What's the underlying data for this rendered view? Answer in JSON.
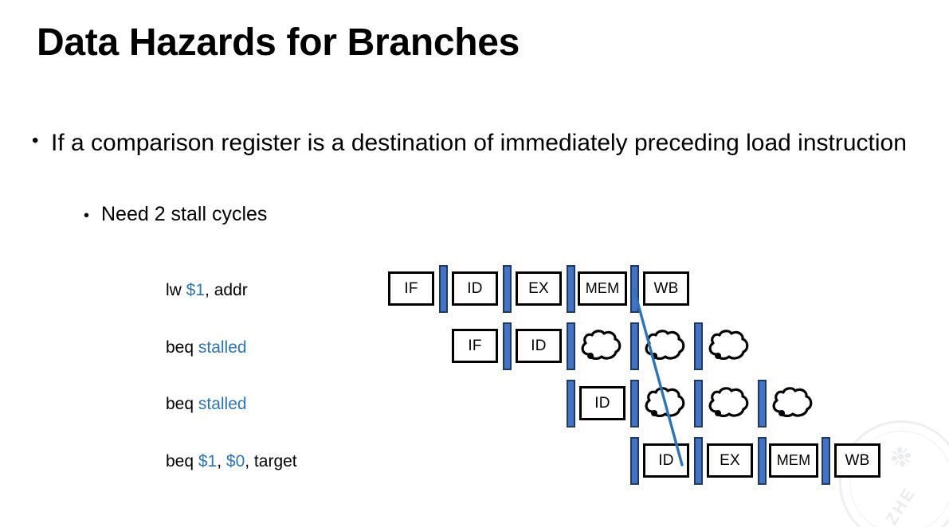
{
  "slide": {
    "title": "Data Hazards for Branches",
    "bullets": [
      {
        "level": 1,
        "marker": "•",
        "text": "If a comparison register is a destination of immediately preceding load instruction"
      },
      {
        "level": 2,
        "marker": "•",
        "text": "Need 2 stall cycles"
      }
    ]
  },
  "colors": {
    "text": "#000000",
    "register_blue": "#2E74B5",
    "pipeline_register_fill": "#4472C4",
    "pipeline_register_border": "#1F3864",
    "box_border": "#000000",
    "background": "#ffffff",
    "watermark": "#e9ebef"
  },
  "diagram": {
    "stage_names": [
      "IF",
      "ID",
      "EX",
      "MEM",
      "WB"
    ],
    "bubble_label": "stall-bubble",
    "forwarding_arrow": {
      "name": "forwarding-path",
      "from": "row1-MEM/WB-pipeline-register",
      "to": "row4-ID",
      "color": "#2E74B5"
    },
    "rows": [
      {
        "instruction_parts": [
          {
            "text": "lw  ",
            "color": "black"
          },
          {
            "text": "$1",
            "color": "blue"
          },
          {
            "text": ", addr",
            "color": "black"
          }
        ],
        "instruction_plain": "lw  $1, addr",
        "cells": [
          "IF",
          "ID",
          "EX",
          "MEM",
          "WB"
        ]
      },
      {
        "instruction_parts": [
          {
            "text": "beq ",
            "color": "black"
          },
          {
            "text": "stalled",
            "color": "blue"
          }
        ],
        "instruction_plain": "beq stalled",
        "cells": [
          "IF",
          "ID",
          "bubble",
          "bubble",
          "bubble"
        ]
      },
      {
        "instruction_parts": [
          {
            "text": "beq ",
            "color": "black"
          },
          {
            "text": "stalled",
            "color": "blue"
          }
        ],
        "instruction_plain": "beq stalled",
        "cells": [
          "ID",
          "bubble",
          "bubble",
          "bubble"
        ]
      },
      {
        "instruction_parts": [
          {
            "text": "beq ",
            "color": "black"
          },
          {
            "text": "$1",
            "color": "blue"
          },
          {
            "text": ", ",
            "color": "black"
          },
          {
            "text": "$0",
            "color": "blue"
          },
          {
            "text": ", target",
            "color": "black"
          }
        ],
        "instruction_plain": "beq $1, $0, target",
        "cells": [
          "ID",
          "EX",
          "MEM",
          "WB"
        ]
      }
    ]
  },
  "watermark": {
    "glyph": "❉",
    "text": "ZHE"
  }
}
